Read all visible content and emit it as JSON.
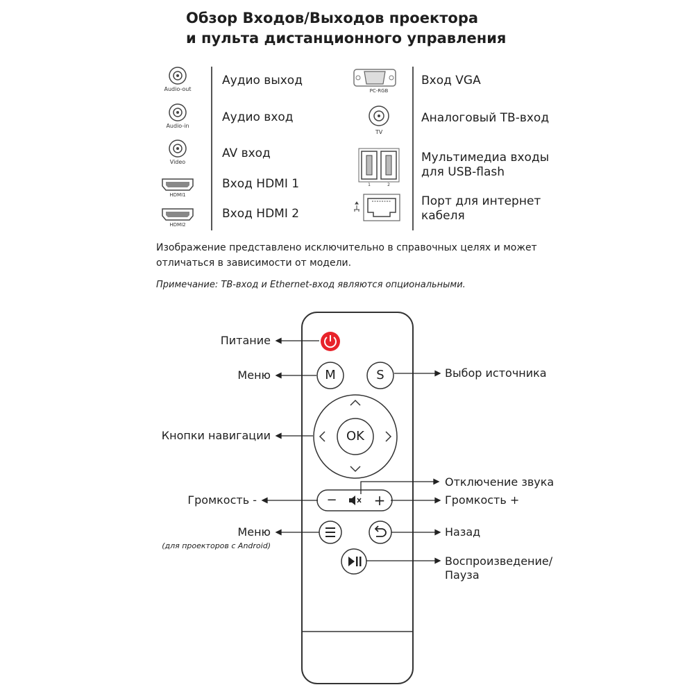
{
  "title_line1": "Обзор Входов/Выходов проектора",
  "title_line2": "и пульта дистанционного управления",
  "ports_left": [
    {
      "icon_label": "Audio-out",
      "label": "Аудио выход"
    },
    {
      "icon_label": "Audio-in",
      "label": "Аудио вход"
    },
    {
      "icon_label": "Video",
      "label": "AV вход"
    },
    {
      "icon_label": "HDMI1",
      "label": "Вход HDMI 1"
    },
    {
      "icon_label": "HDMI2",
      "label": "Вход HDMI 2"
    }
  ],
  "ports_right": [
    {
      "icon_label": "PC-RGB",
      "label": "Вход VGA"
    },
    {
      "icon_label": "TV",
      "label": "Аналоговый ТВ-вход"
    },
    {
      "icon_label_1": "1",
      "icon_label_2": "2",
      "label_line1": "Мультимедиа входы",
      "label_line2": "для USB-flash"
    },
    {
      "label_line1": "Порт для интернет",
      "label_line2": "кабеля"
    }
  ],
  "note_line1": "Изображение представлено исключительно в справочных целях и может",
  "note_line2": "отличаться в зависимости от модели.",
  "note_italic": "Примечание: ТВ-вход и Ethernet-вход являются опциональными.",
  "remote": {
    "buttons": {
      "menu": "M",
      "source": "S",
      "ok": "OK",
      "vol_minus": "−",
      "vol_plus": "+"
    },
    "callouts": {
      "power": "Питание",
      "menu": "Меню",
      "source": "Выбор источника",
      "navigation": "Кнопки навигации",
      "mute": "Отключение звука",
      "vol_minus": "Громкость -",
      "vol_plus": "Громкость +",
      "menu_android": "Меню",
      "menu_android_note": "(для проекторов с Android)",
      "back": "Назад",
      "play_pause_line1": "Воспроизведение/",
      "play_pause_line2": "Пауза"
    }
  },
  "colors": {
    "power_red": "#e8232a",
    "text": "#1e1e1e",
    "line": "#333333"
  }
}
